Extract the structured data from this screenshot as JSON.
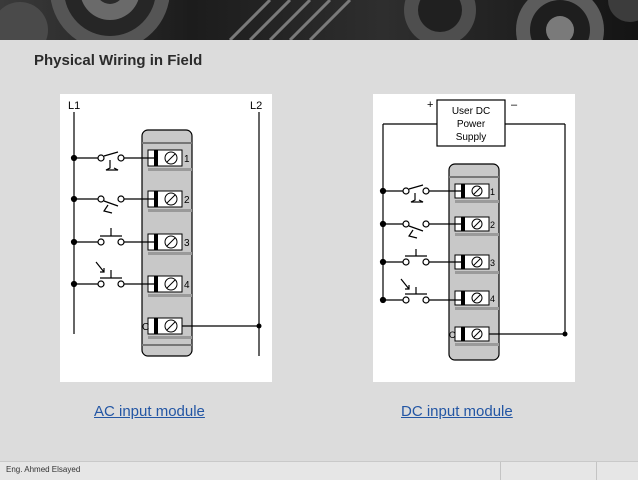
{
  "slide": {
    "title": "Physical Wiring in Field",
    "author": "Eng. Ahmed Elsayed"
  },
  "ac_module": {
    "caption": "AC input module",
    "left_line": "L1",
    "right_line": "L2",
    "terminals": [
      "1",
      "2",
      "3",
      "4",
      "C"
    ]
  },
  "dc_module": {
    "caption": "DC input module",
    "supply_line1": "User DC",
    "supply_line2": "Power",
    "supply_line3": "Supply",
    "plus": "+",
    "minus": "–",
    "terminals": [
      "1",
      "2",
      "3",
      "4",
      "C"
    ]
  }
}
